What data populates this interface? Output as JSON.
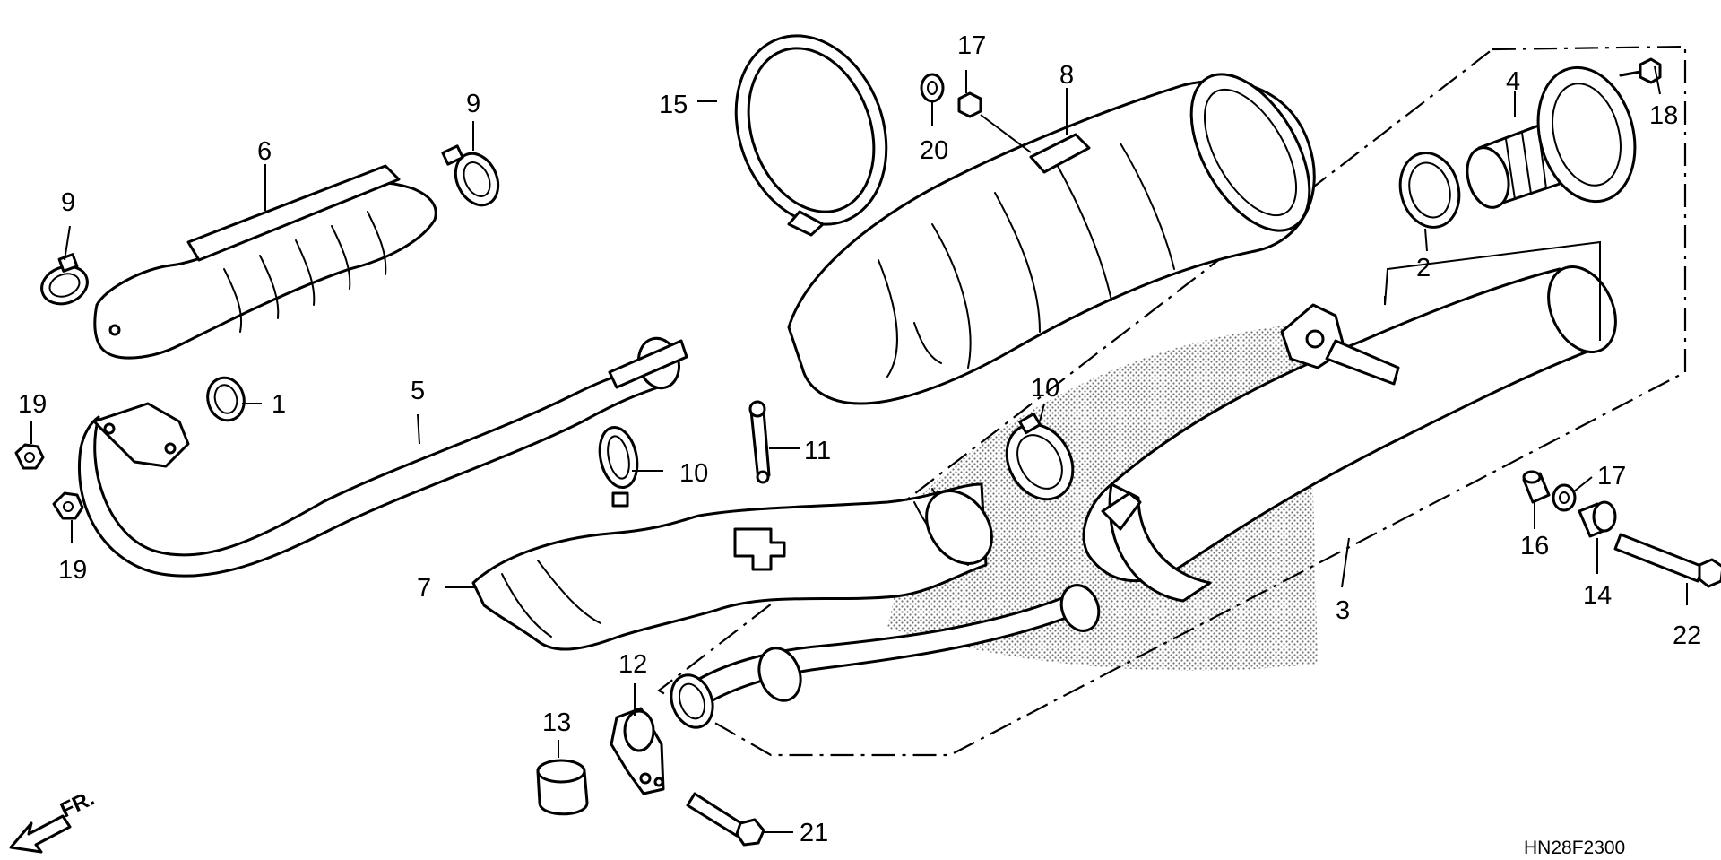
{
  "diagram": {
    "code": "HN28F2300",
    "front_marker": "FR.",
    "callouts": {
      "c1": "1",
      "c2": "2",
      "c3": "3",
      "c4": "4",
      "c5": "5",
      "c6": "6",
      "c7": "7",
      "c8": "8",
      "c9a": "9",
      "c9b": "9",
      "c10a": "10",
      "c10b": "10",
      "c11": "11",
      "c12": "12",
      "c13": "13",
      "c14": "14",
      "c15": "15",
      "c16": "16",
      "c17a": "17",
      "c17b": "17",
      "c18": "18",
      "c19a": "19",
      "c19b": "19",
      "c20": "20",
      "c21": "21",
      "c22": "22"
    }
  }
}
